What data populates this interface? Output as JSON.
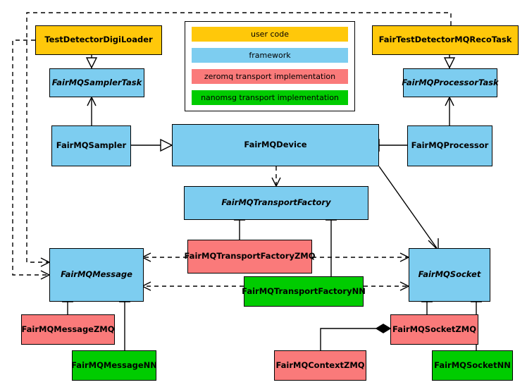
{
  "diagram": {
    "title": "FairMQ class diagram",
    "background": "#ffffff",
    "colors": {
      "user_code": "#FFC80A",
      "framework": "#7DCDF0",
      "zeromq": "#FA7A7A",
      "nanomsg": "#00CC00",
      "line": "#000000"
    }
  },
  "legend": {
    "items": [
      {
        "label": "user code",
        "color": "#FFC80A"
      },
      {
        "label": "framework",
        "color": "#7DCDF0"
      },
      {
        "label": "zeromq transport implementation",
        "color": "#FA7A7A"
      },
      {
        "label": "nanomsg transport implementation",
        "color": "#00CC00"
      }
    ]
  },
  "nodes": [
    {
      "id": "TestDetectorDigiLoader",
      "label": "TestDetectorDigiLoader",
      "category": "user code",
      "abstract": false
    },
    {
      "id": "FairMQSamplerTask",
      "label": "FairMQSamplerTask",
      "category": "framework",
      "abstract": true
    },
    {
      "id": "FairMQSampler",
      "label": "FairMQSampler",
      "category": "framework",
      "abstract": false
    },
    {
      "id": "FairMQDevice",
      "label": "FairMQDevice",
      "category": "framework",
      "abstract": false
    },
    {
      "id": "FairMQProcessor",
      "label": "FairMQProcessor",
      "category": "framework",
      "abstract": false
    },
    {
      "id": "FairMQProcessorTask",
      "label": "FairMQProcessorTask",
      "category": "framework",
      "abstract": true
    },
    {
      "id": "FairTestDetectorMQRecoTask",
      "label": "FairTestDetectorMQRecoTask",
      "category": "user code",
      "abstract": false
    },
    {
      "id": "FairMQTransportFactory",
      "label": "FairMQTransportFactory",
      "category": "framework",
      "abstract": true
    },
    {
      "id": "FairMQTransportFactoryZMQ",
      "label": "FairMQTransportFactoryZMQ",
      "category": "zeromq",
      "abstract": false
    },
    {
      "id": "FairMQTransportFactoryNN",
      "label": "FairMQTransportFactoryNN",
      "category": "nanomsg",
      "abstract": false
    },
    {
      "id": "FairMQMessage",
      "label": "FairMQMessage",
      "category": "framework",
      "abstract": true
    },
    {
      "id": "FairMQSocket",
      "label": "FairMQSocket",
      "category": "framework",
      "abstract": true
    },
    {
      "id": "FairMQMessageZMQ",
      "label": "FairMQMessageZMQ",
      "category": "zeromq",
      "abstract": false
    },
    {
      "id": "FairMQMessageNN",
      "label": "FairMQMessageNN",
      "category": "nanomsg",
      "abstract": false
    },
    {
      "id": "FairMQSocketZMQ",
      "label": "FairMQSocketZMQ",
      "category": "zeromq",
      "abstract": false
    },
    {
      "id": "FairMQSocketNN",
      "label": "FairMQSocketNN",
      "category": "nanomsg",
      "abstract": false
    },
    {
      "id": "FairMQContextZMQ",
      "label": "FairMQContextZMQ",
      "category": "zeromq",
      "abstract": false
    }
  ],
  "edges": [
    {
      "from": "TestDetectorDigiLoader",
      "to": "FairMQSamplerTask",
      "type": "generalization"
    },
    {
      "from": "FairMQSampler",
      "to": "FairMQSamplerTask",
      "type": "association"
    },
    {
      "from": "FairMQSampler",
      "to": "FairMQDevice",
      "type": "generalization"
    },
    {
      "from": "FairMQProcessor",
      "to": "FairMQDevice",
      "type": "generalization"
    },
    {
      "from": "FairMQProcessor",
      "to": "FairMQProcessorTask",
      "type": "association"
    },
    {
      "from": "FairTestDetectorMQRecoTask",
      "to": "FairMQProcessorTask",
      "type": "generalization"
    },
    {
      "from": "FairMQDevice",
      "to": "FairMQTransportFactory",
      "type": "dependency"
    },
    {
      "from": "FairMQDevice",
      "to": "FairMQSocket",
      "type": "association"
    },
    {
      "from": "FairMQTransportFactoryZMQ",
      "to": "FairMQTransportFactory",
      "type": "generalization"
    },
    {
      "from": "FairMQTransportFactoryNN",
      "to": "FairMQTransportFactory",
      "type": "generalization"
    },
    {
      "from": "FairMQTransportFactoryZMQ",
      "to": "FairMQMessage",
      "type": "dependency"
    },
    {
      "from": "FairMQTransportFactoryZMQ",
      "to": "FairMQSocket",
      "type": "dependency"
    },
    {
      "from": "FairMQTransportFactoryNN",
      "to": "FairMQMessage",
      "type": "dependency"
    },
    {
      "from": "FairMQTransportFactoryNN",
      "to": "FairMQSocket",
      "type": "dependency"
    },
    {
      "from": "FairMQMessageZMQ",
      "to": "FairMQMessage",
      "type": "generalization"
    },
    {
      "from": "FairMQMessageNN",
      "to": "FairMQMessage",
      "type": "generalization"
    },
    {
      "from": "FairMQSocketZMQ",
      "to": "FairMQSocket",
      "type": "generalization"
    },
    {
      "from": "FairMQSocketNN",
      "to": "FairMQSocket",
      "type": "generalization"
    },
    {
      "from": "FairMQContextZMQ",
      "to": "FairMQSocketZMQ",
      "type": "composition"
    },
    {
      "from": "TestDetectorDigiLoader",
      "to": "FairMQMessage",
      "type": "dependency"
    },
    {
      "from": "FairTestDetectorMQRecoTask",
      "to": "FairMQMessage",
      "type": "dependency"
    }
  ]
}
